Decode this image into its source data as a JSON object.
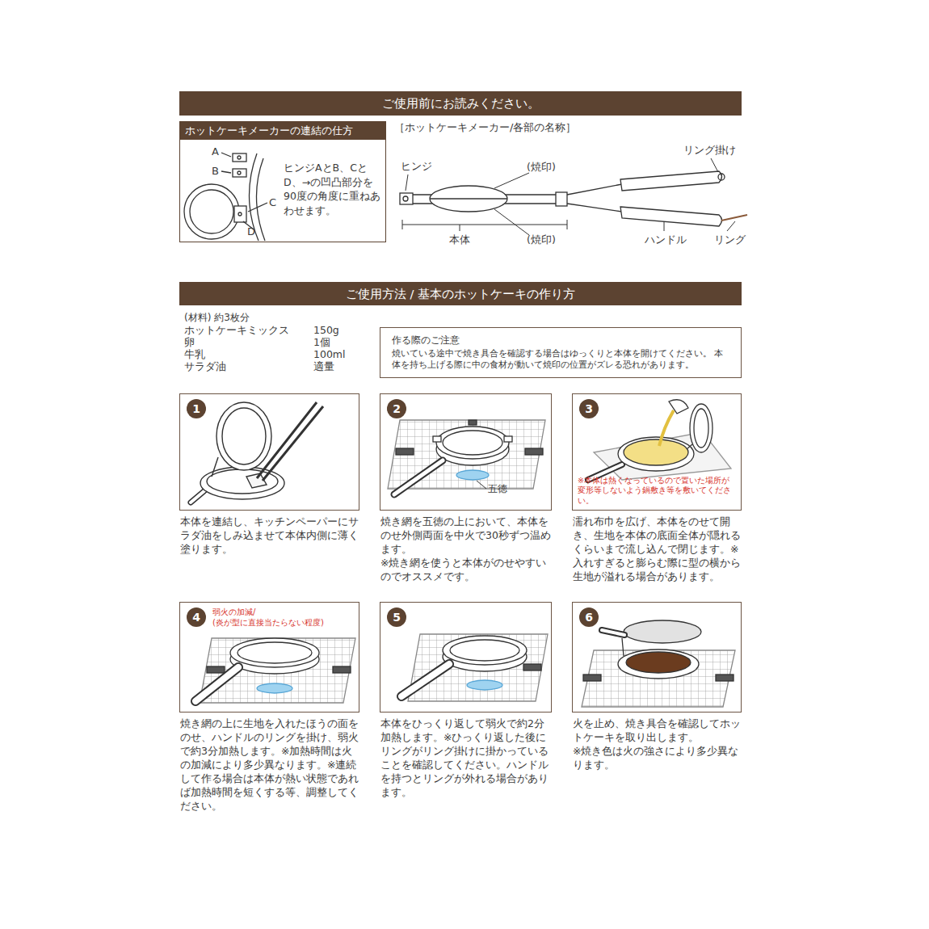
{
  "diagram": {
    "nodes": [
      {
        "text": [
          "ご使用前にお読みください。"
        ]
      },
      {
        "text": [
          "ホットケーキメーカーの連結の仕方",
          "ヒンジAとB、CとD、→の凹凸部分を90度の角度に重ねあわせます。"
        ]
      },
      {
        "text": [
          "ご使用方法 / 基本のホットケーキの作り方"
        ]
      },
      {
        "text": [
          "作る際のご注意",
          "焼いている途中で焼き具合を確認する場合はゆっくりと本体を開けてください。 本体を持ち上げる際に中の食材が動いて焼印の位置がズレる恐れがあります。"
        ]
      },
      {
        "text": [
          "本体を連結し、キッチンペーパーにサラダ油をしみ込ませて本体内側に薄く塗ります。"
        ]
      },
      {
        "text": [
          "1"
        ],
        "in": 4
      },
      {
        "text": [
          "焼き網を五徳の上において、本体をのせ外側両面を中火で30秒ずつ温めます。",
          "※焼き網を使うと本体がのせやすいのでオススメです。"
        ]
      },
      {
        "text": [
          "2"
        ],
        "in": 6
      },
      {
        "text": [
          "※本体は熱くなっているので置いた場所が変形等しないよう鍋敷き等を敷いてください。",
          "濡れ布巾を広げ、本体をのせて開き、生地を本体の底面全体が隠れるくらいまで流し込んで閉じます。※入れすぎると膨らむ際に型の横から生地が溢れる場合があります。"
        ]
      },
      {
        "text": [
          "3"
        ],
        "in": 8
      },
      {
        "text": [
          "弱火の加減/ (炎が型に直接当たらない程度)",
          "焼き網の上に生地を入れたほうの面をのせ、ハンドルのリングを掛け、弱火で約3分加熱します。※加熱時間は火の加減により多少異なります。※連続して作る場合は本体が熱い状態であれば加熱時間を短くする等、調整してください。"
        ]
      },
      {
        "text": [
          "4"
        ],
        "in": 10
      },
      {
        "text": [
          "本体をひっくり返して弱火で約2分加熱します。※ひっくり返した後にリングがリング掛けに掛かっていることを確認してください。ハンドルを持つとリングが外れる場合があります。"
        ]
      },
      {
        "text": [
          "5"
        ],
        "in": 12
      },
      {
        "text": [
          "火を止め、焼き具合を確認してホットケーキを取り出します。",
          "※焼き色は火の強さにより多少異なります。"
        ]
      },
      {
        "text": [
          "6"
        ],
        "in": 14
      }
    ],
    "labels": [
      "A",
      "B",
      "C",
      "D",
      "［ホットケーキメーカー/各部の名称］",
      "ヒンジ",
      "(焼印)",
      "リング掛け",
      "本体",
      "(焼印)",
      "ハンドル",
      "リング",
      "(材料) 約3枚分",
      "ホットケーキミックス",
      "150g",
      "卵",
      "1個",
      "牛乳",
      "100ml",
      "サラダ油",
      "適量",
      "五徳"
    ]
  }
}
